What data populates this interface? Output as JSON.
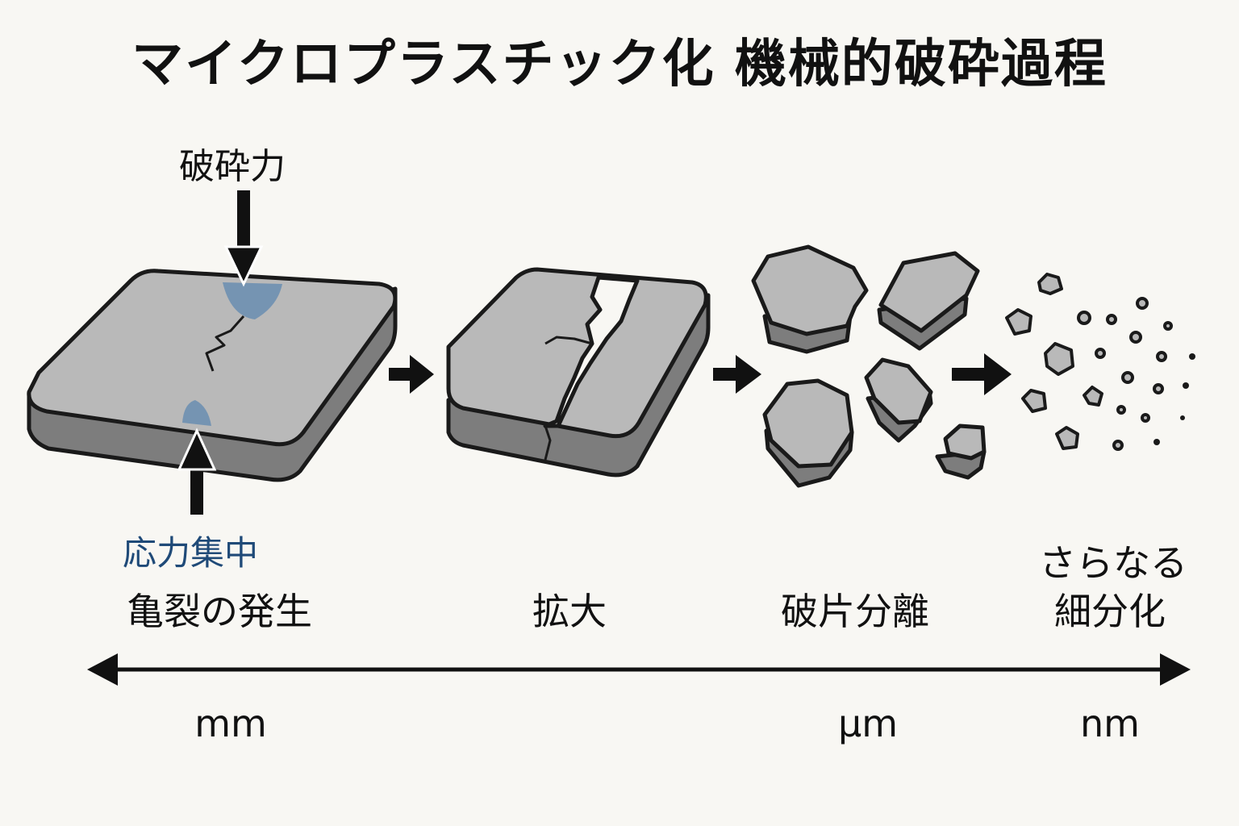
{
  "title": "マイクロプラスチック化 機械的破砕過程",
  "labels": {
    "force": "破砕力",
    "stress": "応力集中"
  },
  "stages": [
    {
      "label": "亀裂の発生"
    },
    {
      "label": "拡大"
    },
    {
      "label": "破片分離"
    },
    {
      "label_line1": "さらなる",
      "label_line2": "細分化"
    }
  ],
  "scale": {
    "units": [
      "mm",
      "μm",
      "nm"
    ]
  },
  "colors": {
    "material_top": "#b9b9b9",
    "material_side": "#7d7d7d",
    "outline": "#1a1a1a",
    "stress": "#5f88b0",
    "stress_text": "#1f4a78"
  }
}
